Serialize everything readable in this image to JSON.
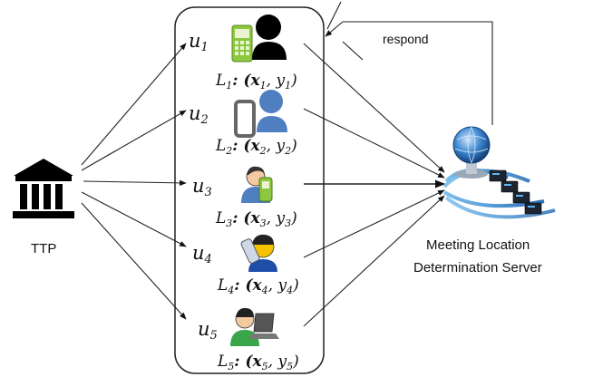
{
  "ttp": {
    "label": "TTP"
  },
  "server": {
    "line1": "Meeting Location",
    "line2": "Determination Server"
  },
  "respond_label": "respond",
  "users": [
    {
      "name": "u",
      "index": "1",
      "loc_label": "L",
      "loc_index": "1",
      "coord": ": (x",
      "coord_x_index": "1",
      "coord_sep": ", y",
      "coord_y_index": "1",
      "coord_end": ")"
    },
    {
      "name": "u",
      "index": "2",
      "loc_label": "L",
      "loc_index": "2",
      "coord": ": (x",
      "coord_x_index": "2",
      "coord_sep": ", y",
      "coord_y_index": "2",
      "coord_end": ")"
    },
    {
      "name": "u",
      "index": "3",
      "loc_label": "L",
      "loc_index": "3",
      "coord": ": (x",
      "coord_x_index": "3",
      "coord_sep": ", y",
      "coord_y_index": "3",
      "coord_end": ")"
    },
    {
      "name": "u",
      "index": "4",
      "loc_label": "L",
      "loc_index": "4",
      "coord": ": (x",
      "coord_x_index": "4",
      "coord_sep": ", y",
      "coord_y_index": "4",
      "coord_end": ")"
    },
    {
      "name": "u",
      "index": "5",
      "loc_label": "L",
      "loc_index": "5",
      "coord": ": (x",
      "coord_x_index": "5",
      "coord_sep": ", y",
      "coord_y_index": "5",
      "coord_end": ")"
    }
  ],
  "icons": {
    "ttp": "bank-building-icon",
    "server": "globe-server-icon",
    "user_devices": [
      "mobile-phone-icon",
      "smartphone-icon",
      "user-with-phone-icon",
      "user-with-phone-icon",
      "user-with-laptop-icon"
    ]
  },
  "colors": {
    "phone_green": "#8dc63f",
    "user_blue": "#4f7fc1",
    "globe_blue": "#2a6fb8"
  }
}
